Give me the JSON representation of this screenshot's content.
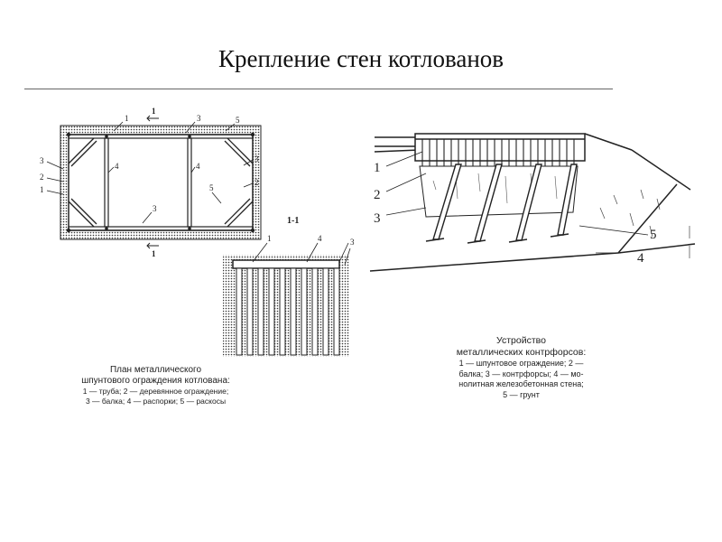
{
  "slide": {
    "title": "Крепление стен котлованов"
  },
  "plan": {
    "labels": {
      "l1a": "1",
      "l3a": "3",
      "l5a": "5",
      "l3b": "3",
      "l2b": "2",
      "l1b": "1",
      "l4a": "4",
      "l4b": "4",
      "l3c": "3",
      "l2c": "2",
      "l5b": "5",
      "l3d": "3",
      "s1": "1",
      "s2": "1"
    },
    "caption_lines": [
      "План металлического",
      "шпунтового ограждения котлована:",
      "1 — труба;   2 — деревянное   ограждение;",
      "3 — балка;  4 — распорки;  5 — раскосы"
    ]
  },
  "section": {
    "title": "1-1",
    "labels": {
      "n1": "1",
      "n4": "4",
      "n3": "3"
    }
  },
  "buttress": {
    "labels": {
      "n1": "1",
      "n2": "2",
      "n3": "3",
      "n4": "4",
      "n5": "5"
    },
    "caption_lines": [
      "Устройство",
      "металлических  контрфорсов:",
      "1 — шпунтовое  ограждение;  2 —",
      "балка;  3 — контрфорсы;  4 — мо-",
      "нолитная  железобетонная  стена;",
      "5 — грунт"
    ]
  }
}
